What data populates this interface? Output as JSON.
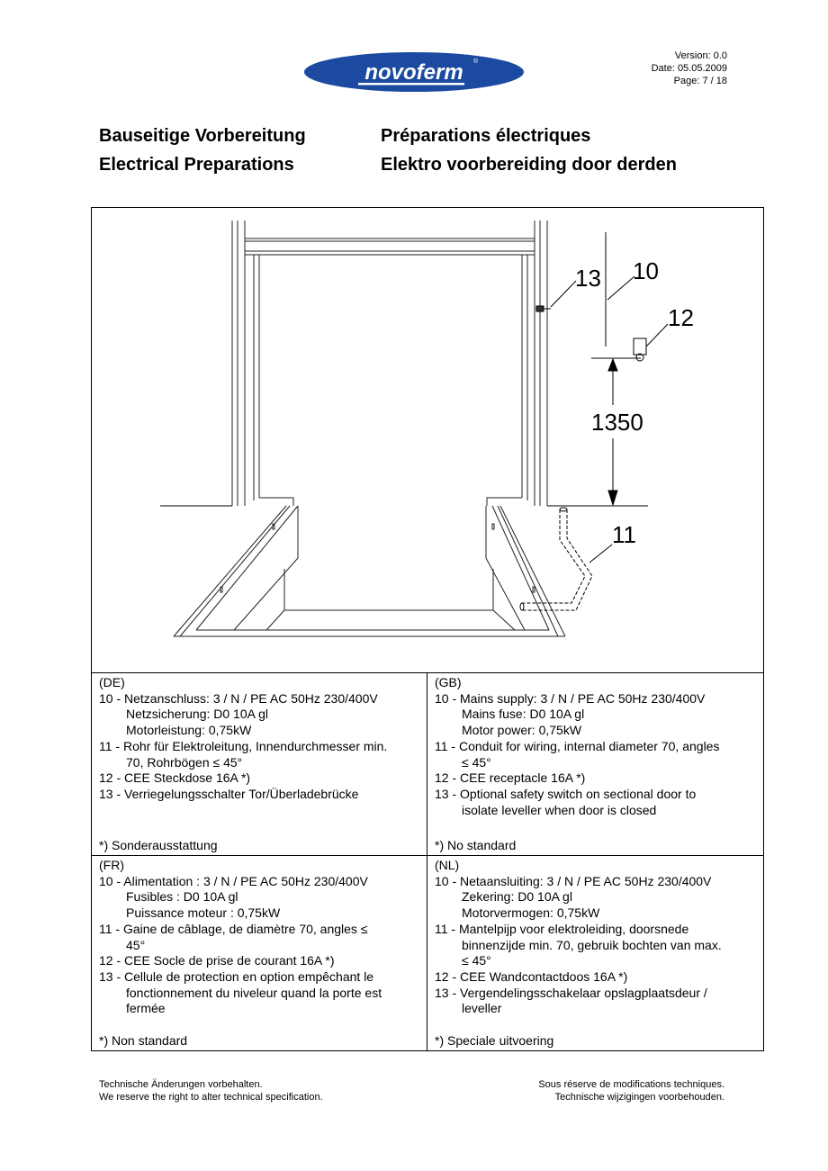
{
  "header": {
    "logo_text": "novoferm",
    "brand_color": "#1b4aa0",
    "version": "Version: 0.0",
    "date": "Date: 05.05.2009",
    "page": "Page: 7 / 18"
  },
  "titles": {
    "de": "Bauseitige Vorbereitung",
    "en": "Electrical Preparations",
    "fr": "Préparations électriques",
    "nl": "Elektro voorbereiding door derden"
  },
  "drawing": {
    "label_13": "13",
    "label_10": "10",
    "label_12": "12",
    "dimension": "1350",
    "label_11": "11"
  },
  "cells": [
    {
      "lang": "(DE)",
      "items": [
        {
          "first": "10 - Netzanschluss: 3 / N / PE AC 50Hz 230/400V",
          "cont": [
            "Netzsicherung: D0 10A gl",
            "Motorleistung: 0,75kW"
          ]
        },
        {
          "first": "11 - Rohr für Elektroleitung, Innendurchmesser min.",
          "cont": [
            "70, Rohrbögen ≤ 45°"
          ]
        },
        {
          "first": "12 - CEE Steckdose 16A *)",
          "cont": []
        },
        {
          "first": "13 - Verriegelungsschalter Tor/Überladebrücke",
          "cont": []
        }
      ],
      "note": "*) Sonderausstattung"
    },
    {
      "lang": "(GB)",
      "items": [
        {
          "first": "10 - Mains supply: 3 / N / PE AC 50Hz 230/400V",
          "cont": [
            "Mains fuse: D0 10A gl",
            "Motor power: 0,75kW"
          ]
        },
        {
          "first": "11 - Conduit for wiring, internal diameter 70, angles",
          "cont": [
            "≤ 45°"
          ]
        },
        {
          "first": "12 - CEE receptacle 16A *)",
          "cont": []
        },
        {
          "first": "13 - Optional safety switch on sectional door to",
          "cont": [
            "isolate leveller when door is closed"
          ]
        }
      ],
      "note": "*) No standard"
    },
    {
      "lang": "(FR)",
      "items": [
        {
          "first": "10 - Alimentation : 3 / N / PE AC 50Hz 230/400V",
          "cont": [
            "Fusibles : D0 10A gl",
            "Puissance moteur : 0,75kW"
          ]
        },
        {
          "first": "11 - Gaine de câblage, de diamètre 70, angles ≤",
          "cont": [
            "45°"
          ]
        },
        {
          "first": "12 - CEE Socle de prise de courant 16A *)",
          "cont": []
        },
        {
          "first": "13 - Cellule de protection en option empêchant le",
          "cont": [
            "fonctionnement du niveleur quand la porte est",
            "fermée"
          ]
        }
      ],
      "note": "*) Non standard"
    },
    {
      "lang": "(NL)",
      "items": [
        {
          "first": "10 - Netaansluiting: 3 / N / PE AC 50Hz 230/400V",
          "cont": [
            "Zekering: D0 10A gl",
            "Motorvermogen: 0,75kW"
          ]
        },
        {
          "first": "11 - Mantelpijp voor elektroleiding, doorsnede",
          "cont": [
            "binnenzijde min. 70, gebruik bochten van max.",
            "≤ 45°"
          ]
        },
        {
          "first": "12 - CEE Wandcontactdoos 16A *)",
          "cont": []
        },
        {
          "first": "13 - Vergendelingsschakelaar opslagplaatsdeur /",
          "cont": [
            "leveller"
          ]
        }
      ],
      "note": "*) Speciale uitvoering"
    }
  ],
  "footer": {
    "left_1": "Technische Änderungen vorbehalten.",
    "left_2": "We reserve the right to alter technical specification.",
    "right_1": "Sous réserve de modifications techniques.",
    "right_2": "Technische wijzigingen voorbehouden."
  }
}
